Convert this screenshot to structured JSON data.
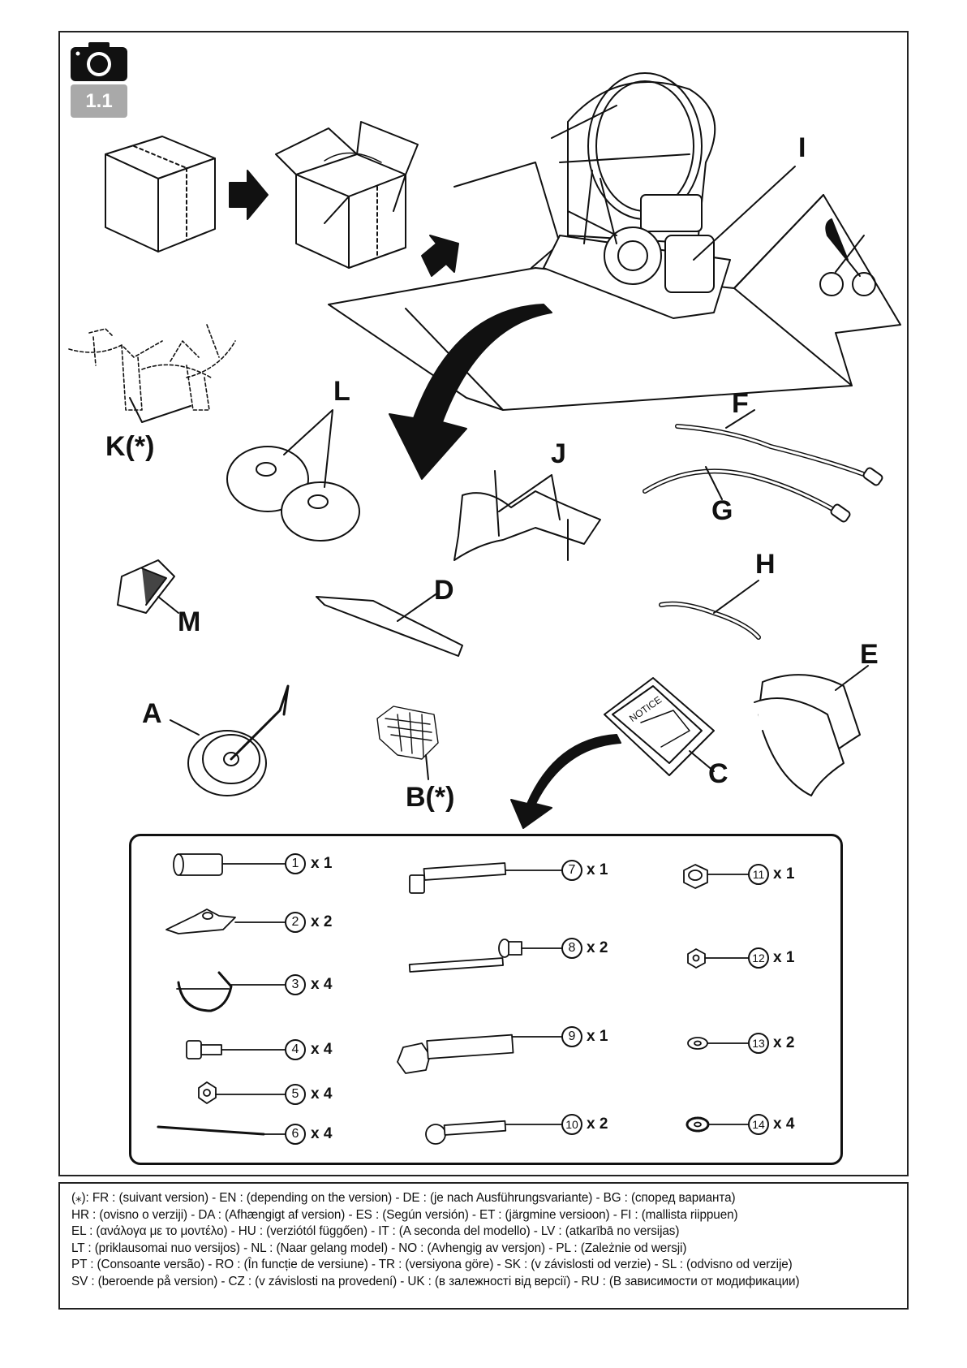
{
  "step_badge": "1.1",
  "part_labels": {
    "I": "I",
    "L": "L",
    "K": "K(*)",
    "F": "F",
    "G": "G",
    "J": "J",
    "H": "H",
    "M": "M",
    "D": "D",
    "E": "E",
    "A": "A",
    "B": "B(*)",
    "C": "C"
  },
  "notice_text": "NOTICE",
  "hardware": [
    {
      "num": "1",
      "qty": "x 1"
    },
    {
      "num": "2",
      "qty": "x 2"
    },
    {
      "num": "3",
      "qty": "x 4"
    },
    {
      "num": "4",
      "qty": "x 4"
    },
    {
      "num": "5",
      "qty": "x 4"
    },
    {
      "num": "6",
      "qty": "x 4"
    },
    {
      "num": "7",
      "qty": "x 1"
    },
    {
      "num": "8",
      "qty": "x 2"
    },
    {
      "num": "9",
      "qty": "x 1"
    },
    {
      "num": "10",
      "qty": "x 2"
    },
    {
      "num": "11",
      "qty": "x 1"
    },
    {
      "num": "12",
      "qty": "x 1"
    },
    {
      "num": "13",
      "qty": "x 2"
    },
    {
      "num": "14",
      "qty": "x 4"
    }
  ],
  "footnote_lines": [
    "(⁎): FR : (suivant version) - EN : (depending on the version) - DE : (je nach Ausführungsvariante) - BG : (според варианта)",
    "HR : (ovisno o verziji) - DA : (Afhængigt af version) - ES : (Según versión) - ET : (järgmine versioon) - FI : (mallista riippuen)",
    "EL : (ανάλογα με το μοντέλο) - HU : (verziótól függően) - IT : (A seconda del modello) - LV : (atkarībā no versijas)",
    "LT : (priklausomai nuo versijos) - NL : (Naar gelang model) - NO : (Avhengig av versjon) - PL : (Zależnie od wersji)",
    "PT : (Consoante versão) - RO : (În funcție de versiune) - TR : (versiyona göre) - SK : (v závislosti od verzie) - SL : (odvisno od verzije)",
    "SV : (beroende på version) - CZ : (v závislosti na provedení) - UK : (в залежності від версії) - RU : (В зависимости от модификации)"
  ]
}
